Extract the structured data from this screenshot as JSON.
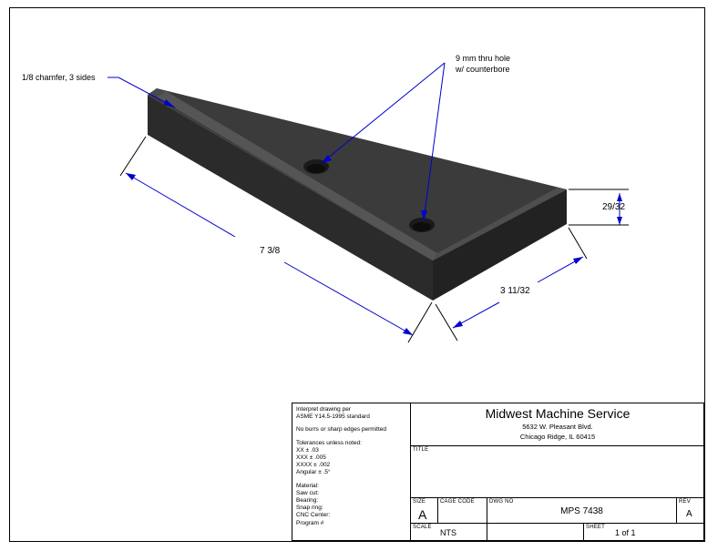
{
  "callouts": {
    "chamfer": "1/8 chamfer, 3 sides",
    "hole_line1": "9 mm thru hole",
    "hole_line2": "w/ counterbore"
  },
  "dimensions": {
    "length": "7 3/8",
    "width": "3 11/32",
    "thickness": "29/32"
  },
  "title_block": {
    "company": "Midwest Machine Service",
    "address1": "5632 W. Pleasant Blvd.",
    "address2": "Chicago Ridge, IL 60415",
    "title_label": "TITLE",
    "title_value": "",
    "size_label": "SIZE",
    "size_value": "A",
    "cage_label": "CAGE CODE",
    "dwg_label": "DWG NO",
    "dwg_value": "MPS 7438",
    "rev_label": "REV",
    "rev_value": "A",
    "scale_label": "SCALE",
    "scale_value": "NTS",
    "sheet_label": "SHEET",
    "sheet_value": "1 of 1"
  },
  "notes": {
    "interpret1": "Interpret drawing per",
    "interpret2": "ASME Y14.5-1995 standard",
    "burrs": "No burrs or sharp edges permitted",
    "tol_head": "Tolerances unless noted:",
    "tol_xx": "XX ± .03",
    "tol_xxx": "XXX ± .005",
    "tol_xxxx": "XXXX ± .002",
    "tol_angular": "Angular ± .5°",
    "material": "Material:",
    "saw_cut": "Saw cut:",
    "bearing": "Bearing:",
    "snap_ring": "Snap ring:",
    "cnc_center": "CNC Center:",
    "program": "Program #"
  },
  "colors": {
    "leader": "#0000cc",
    "part_top": "#3a3a3a",
    "part_side": "#2a2a2a",
    "chamfer": "#555555"
  }
}
